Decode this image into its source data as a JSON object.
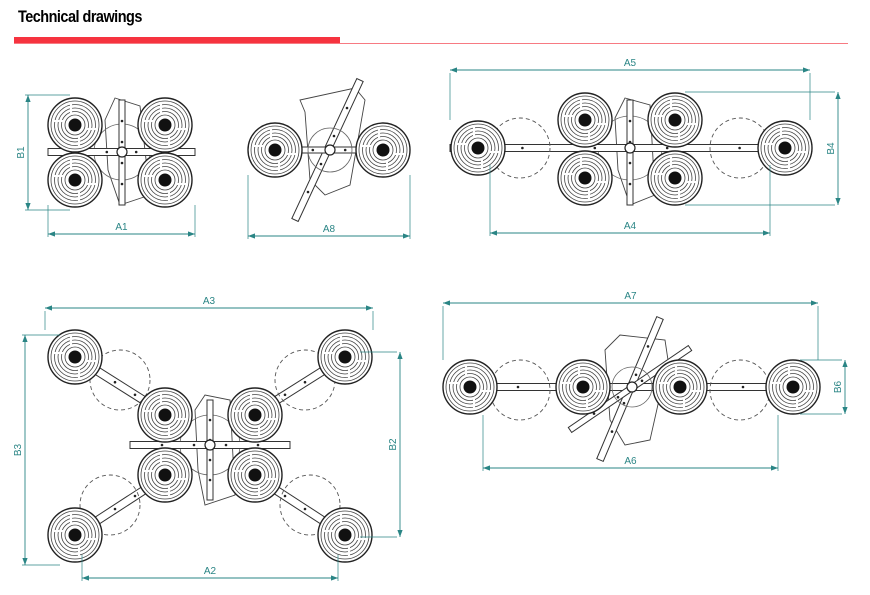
{
  "header": {
    "title": "Technical drawings"
  },
  "colors": {
    "accent": "#f6333f",
    "dimension": "#2a8585",
    "line": "#333333"
  },
  "drawings": [
    {
      "name": "compact-4-cup",
      "dimensions": {
        "A1": "A1",
        "B1": "B1"
      }
    },
    {
      "name": "rotated-2-cup",
      "dimensions": {
        "A8": "A8"
      }
    },
    {
      "name": "inline-6-cup",
      "dimensions": {
        "A5": "A5",
        "A4": "A4",
        "B4": "B4"
      }
    },
    {
      "name": "x-frame-8-cup",
      "dimensions": {
        "A3": "A3",
        "A2": "A2",
        "B3": "B3",
        "B2": "B2"
      }
    },
    {
      "name": "extended-4-cup",
      "dimensions": {
        "A7": "A7",
        "A6": "A6",
        "B6": "B6"
      }
    }
  ]
}
